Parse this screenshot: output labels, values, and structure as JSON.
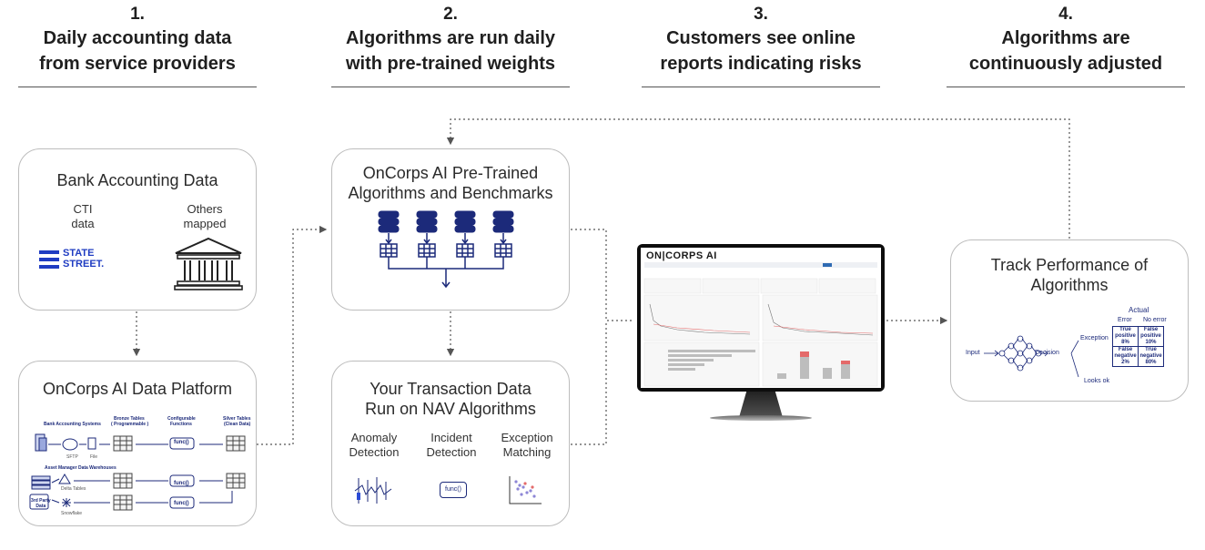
{
  "steps": [
    {
      "number": "1.",
      "line1": "Daily accounting data",
      "line2": "from service providers"
    },
    {
      "number": "2.",
      "line1": "Algorithms are run daily",
      "line2": "with pre-trained weights"
    },
    {
      "number": "3.",
      "line1": "Customers see online",
      "line2": "reports indicating risks"
    },
    {
      "number": "4.",
      "line1": "Algorithms are",
      "line2": "continuously adjusted"
    }
  ],
  "bank_box": {
    "title": "Bank Accounting Data",
    "cti_label_1": "CTI",
    "cti_label_2": "data",
    "others_label_1": "Others",
    "others_label_2": "mapped",
    "state_street_1": "STATE",
    "state_street_2": "STREET."
  },
  "platform_box": {
    "title": "OnCorps AI Data Platform",
    "col_bank_systems": "Bank Accounting Systems",
    "col_bronze": "Bronze Tables",
    "col_bronze_sub": "( Programmable )",
    "col_configurable": "Configurable",
    "col_functions": "Functions",
    "col_silver": "Silver Tables",
    "col_silver_sub": "(Clean Data)",
    "sftp": "SFTP",
    "file": "File",
    "asset_manager": "Asset Manager Data Warehouses",
    "delta_tables": "Delta Tables",
    "snowflake": "Snowflake",
    "third_party_1": "3rd Party",
    "third_party_2": "Data",
    "func": "func()"
  },
  "pretrained_box": {
    "title_1": "OnCorps AI Pre-Trained",
    "title_2": "Algorithms and Benchmarks"
  },
  "transaction_box": {
    "title_1": "Your Transaction Data",
    "title_2": "Run on NAV Algorithms",
    "anomaly_1": "Anomaly",
    "anomaly_2": "Detection",
    "incident_1": "Incident",
    "incident_2": "Detection",
    "exception_1": "Exception",
    "exception_2": "Matching",
    "func": "func()"
  },
  "monitor": {
    "logo": "ON|CORPS AI"
  },
  "track_box": {
    "title_1": "Track Performance of",
    "title_2": "Algorithms",
    "input": "Input",
    "decision": "Decision",
    "exception": "Exception",
    "looks_ok": "Looks ok",
    "actual": "Actual",
    "error": "Error",
    "no_error": "No error",
    "tp_1": "True",
    "tp_2": "positive",
    "tp_pct": "8%",
    "fp_1": "False",
    "fp_2": "positive",
    "fp_pct": "10%",
    "fn_1": "False",
    "fn_2": "negative",
    "fn_pct": "2%",
    "tn_1": "True",
    "tn_2": "negative",
    "tn_pct": "80%"
  },
  "colors": {
    "accent": "#1c2a7a",
    "state_street_blue": "#1f3cc2",
    "box_border": "#bdbdbd",
    "connector": "#555555"
  }
}
